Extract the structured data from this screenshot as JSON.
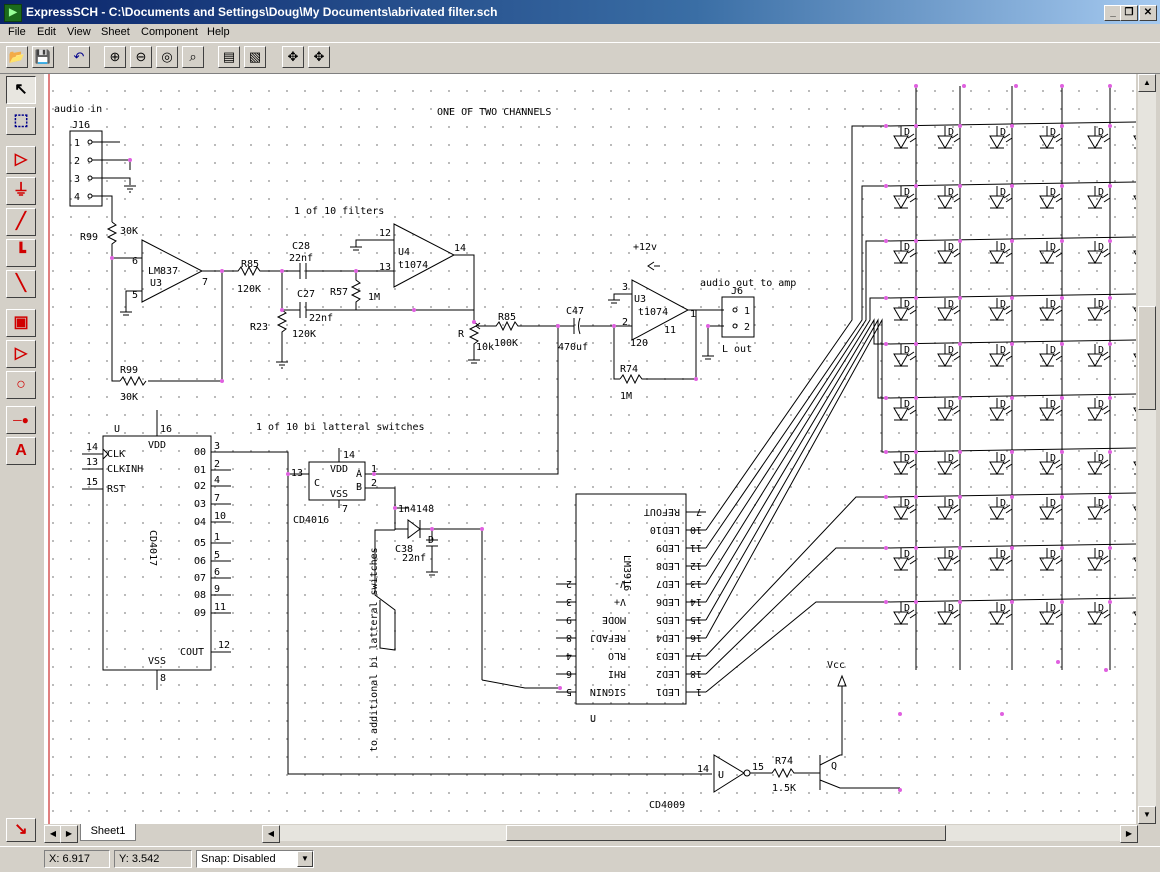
{
  "window": {
    "title": "ExpressSCH - C:\\Documents and Settings\\Doug\\My Documents\\abrivated filter.sch",
    "controls": [
      "_",
      "❐",
      "✕"
    ]
  },
  "menu": [
    "File",
    "Edit",
    "View",
    "Sheet",
    "Component",
    "Help"
  ],
  "toolbar": [
    {
      "name": "open",
      "glyph": "📂"
    },
    {
      "name": "save",
      "glyph": "💾"
    },
    {
      "name": "undo",
      "glyph": "↶"
    },
    {
      "name": "zoom-in",
      "glyph": "⊕"
    },
    {
      "name": "zoom-out",
      "glyph": "⊖"
    },
    {
      "name": "zoom-fit",
      "glyph": "◎"
    },
    {
      "name": "zoom-area",
      "glyph": "⌕"
    },
    {
      "name": "properties",
      "glyph": "▤"
    },
    {
      "name": "wire-edit",
      "glyph": "▧"
    },
    {
      "name": "move",
      "glyph": "✥"
    },
    {
      "name": "move-group",
      "glyph": "✥"
    }
  ],
  "left_tools": [
    {
      "name": "select-arrow",
      "glyph": "↖"
    },
    {
      "name": "zoom-select",
      "glyph": "⬚"
    },
    {
      "name": "component",
      "glyph": "▷"
    },
    {
      "name": "ground",
      "glyph": "⏚"
    },
    {
      "name": "wire",
      "glyph": "╱"
    },
    {
      "name": "bus",
      "glyph": "┗"
    },
    {
      "name": "connection",
      "glyph": "╲"
    },
    {
      "name": "part",
      "glyph": "▣"
    },
    {
      "name": "buffer",
      "glyph": "▷"
    },
    {
      "name": "circle",
      "glyph": "○"
    },
    {
      "name": "pin",
      "glyph": "─●"
    },
    {
      "name": "text",
      "glyph": "A"
    }
  ],
  "corner_tool_glyph": "↘",
  "schematic": {
    "labels": {
      "audio_in": "audio in",
      "one_of_two": "ONE OF TWO CHANNELS",
      "filters": "1 of 10 filters",
      "switches": "1 of 10 bi latteral switches",
      "audio_out": "audio out to amp",
      "l_out": "L out",
      "plus12": "+12v",
      "vcc": "Vcc",
      "additional": "to additional bi latteral switches",
      "cd4009": "CD4009",
      "cd4016": "CD4016"
    },
    "j16": {
      "ref": "J16",
      "pins": [
        "1",
        "2",
        "3",
        "4"
      ]
    },
    "j6": {
      "ref": "J6",
      "pins": [
        "1",
        "2"
      ]
    },
    "parts": {
      "r99a_ref": "R99",
      "r99a_val": "30K",
      "r99b_ref": "R99",
      "r99b_val": "30K",
      "lm837_name": "LM837",
      "lm837_ref": "U3",
      "lm837_pins": [
        "6",
        "5",
        "7"
      ],
      "r85a_ref": "R85",
      "r85a_val": "120K",
      "c28_ref": "C28",
      "c28_val": "22nf",
      "c27_ref": "C27",
      "c27_val": "22nf",
      "r57_ref": "R57",
      "r57_val": "1M",
      "r23_ref": "R23",
      "r23_val": "120K",
      "u4_ref": "U4",
      "u4_name": "t1074",
      "u4_pins": [
        "12",
        "13",
        "14"
      ],
      "pot_ref": "R",
      "pot_val": "10k",
      "r85b_ref": "R85",
      "r85b_val": "100K",
      "c47_ref": "C47",
      "c47_val": "470uf",
      "u3b_ref": "U3",
      "u3b_name": "t1074",
      "u3b_pins": [
        "3",
        "2",
        "1",
        "11"
      ],
      "u3b_low": "120",
      "r74a_ref": "R74",
      "r74a_val": "1M",
      "r74b_ref": "R74",
      "r74b_val": "1.5K",
      "d_ref": "1n4148",
      "c38_ref": "C38",
      "c38_val": "22nf",
      "q_ref": "Q"
    },
    "cd4017": {
      "name": "CD4017",
      "u": "U",
      "vdd_pin": "16",
      "vss_pin": "8",
      "left": [
        {
          "pin": "14",
          "sig": "CLK"
        },
        {
          "pin": "13",
          "sig": "CLKINH"
        },
        {
          "pin": "15",
          "sig": "RST"
        }
      ],
      "right": [
        {
          "sig": "O0",
          "pin": "3"
        },
        {
          "sig": "O1",
          "pin": "2"
        },
        {
          "sig": "O2",
          "pin": "4"
        },
        {
          "sig": "O3",
          "pin": "7"
        },
        {
          "sig": "O4",
          "pin": "10"
        },
        {
          "sig": "O5",
          "pin": "1"
        },
        {
          "sig": "O6",
          "pin": "5"
        },
        {
          "sig": "O7",
          "pin": "6"
        },
        {
          "sig": "O8",
          "pin": "9"
        },
        {
          "sig": "O9",
          "pin": "11"
        }
      ],
      "cout": {
        "sig": "COUT",
        "pin": "12"
      },
      "vdd": "VDD",
      "vss": "VSS"
    },
    "cd4016_box": {
      "vdd": "VDD",
      "vss": "VSS",
      "c": "C",
      "a": "A",
      "b": "B",
      "pin14": "14",
      "pin13": "13",
      "pin1": "1",
      "pin2": "2",
      "pin7": "7"
    },
    "lm3916": {
      "name": "LM3916",
      "u": "U",
      "right": [
        {
          "sig": "REFOUT",
          "pin": "7"
        },
        {
          "sig": "LED10",
          "pin": "10"
        },
        {
          "sig": "LED9",
          "pin": "11"
        },
        {
          "sig": "LED8",
          "pin": "12"
        },
        {
          "sig": "LED7",
          "pin": "13"
        },
        {
          "sig": "LED6",
          "pin": "14"
        },
        {
          "sig": "LED5",
          "pin": "15"
        },
        {
          "sig": "LED4",
          "pin": "16"
        },
        {
          "sig": "LED3",
          "pin": "17"
        },
        {
          "sig": "LED2",
          "pin": "18"
        },
        {
          "sig": "LED1",
          "pin": "1"
        }
      ],
      "left": [
        {
          "sig": "V-",
          "pin": "2"
        },
        {
          "sig": "V+",
          "pin": "3"
        },
        {
          "sig": "MODE",
          "pin": "9"
        },
        {
          "sig": "REFADJ",
          "pin": "8"
        },
        {
          "sig": "RLO",
          "pin": "4"
        },
        {
          "sig": "RHI",
          "pin": "6"
        },
        {
          "sig": "SIGNIN",
          "pin": "5"
        }
      ]
    },
    "cd4009": {
      "in_pin": "14",
      "out_pin": "15",
      "u": "U"
    },
    "led_label": "D"
  },
  "bottom": {
    "tab": "Sheet1",
    "nav": [
      "◀",
      "▶"
    ]
  },
  "status": {
    "x": "X: 6.917",
    "y": "Y: 3.542",
    "snap": "Snap:  Disabled"
  }
}
